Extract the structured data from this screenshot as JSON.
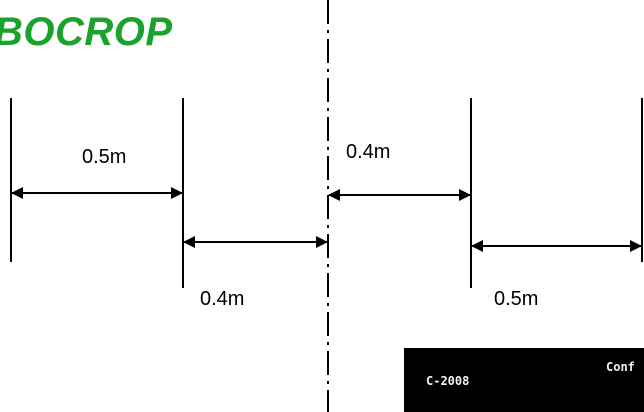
{
  "title": "BOCROP",
  "colors": {
    "title": "#1aa32c",
    "lines": "#000000"
  },
  "spacing_labels": {
    "top_left": "0.5m",
    "top_right": "0.4m",
    "bottom_left": "0.4m",
    "bottom_right": "0.5m"
  },
  "photo_inset": {
    "left_text": "C-2008",
    "right_text": "Conf"
  }
}
